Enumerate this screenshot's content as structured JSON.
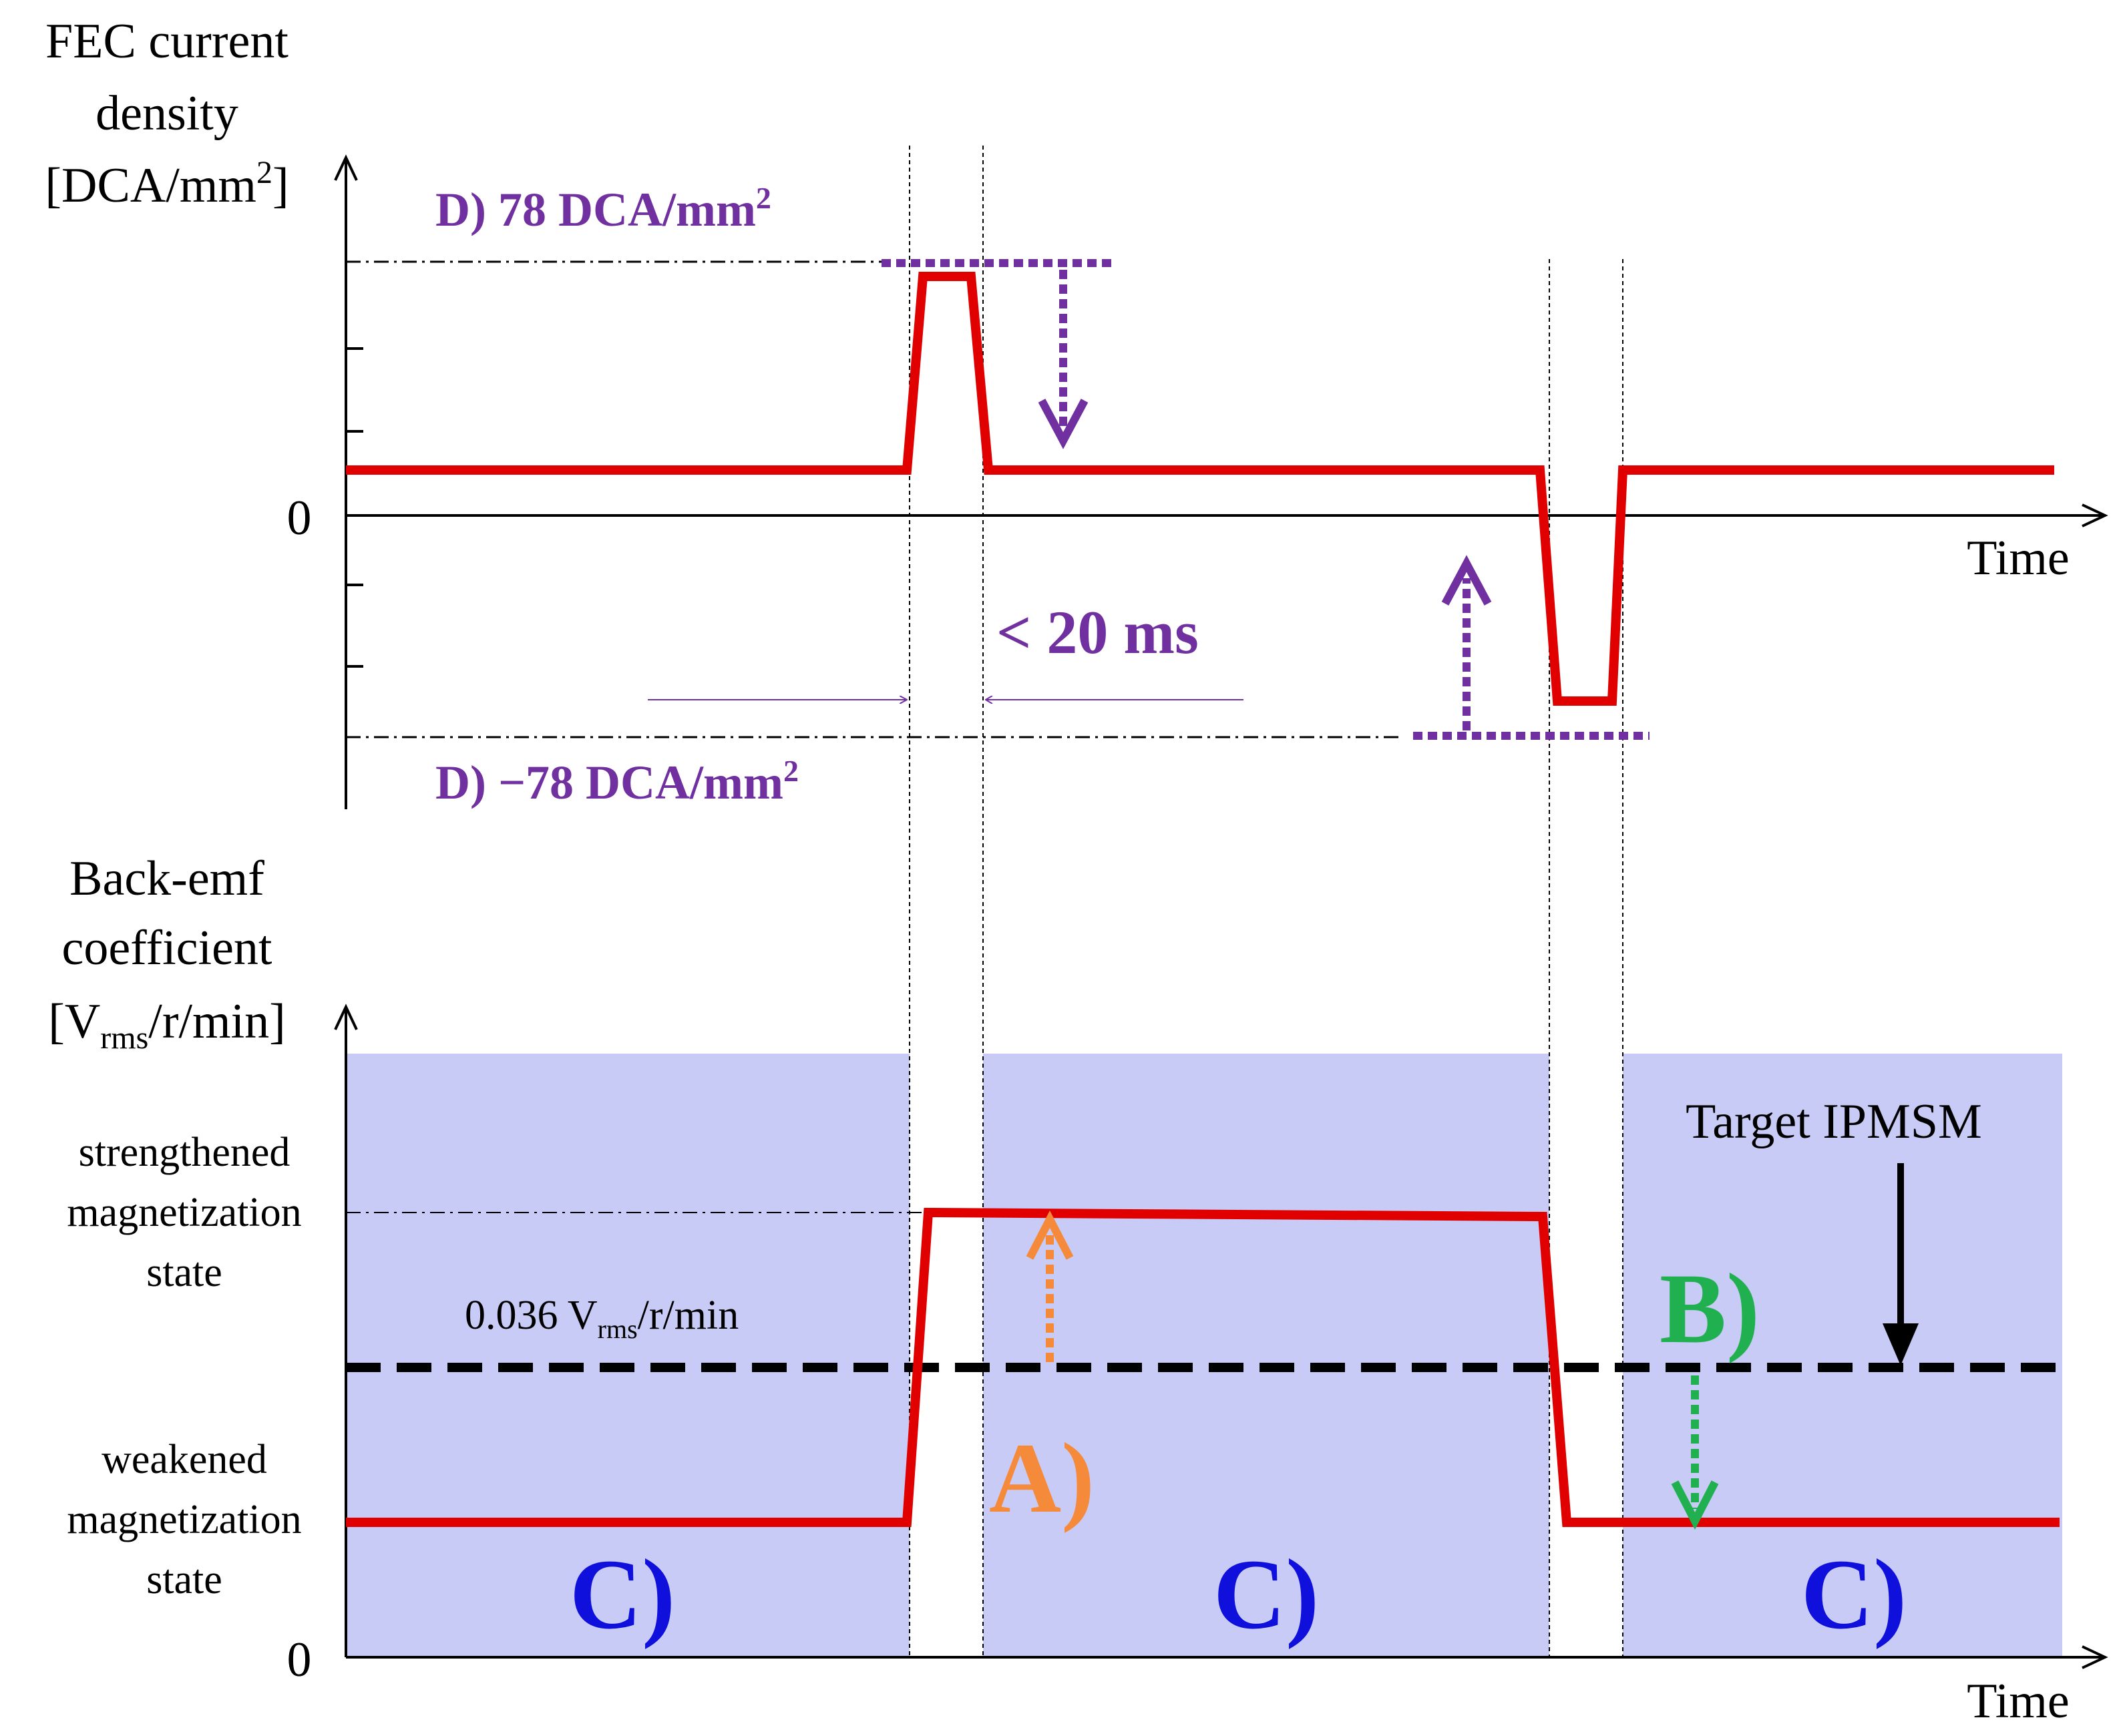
{
  "colors": {
    "current": "#e00000",
    "purple": "#7030a0",
    "orange": "#f58a3a",
    "green": "#20b050",
    "blue": "#1010dd",
    "shade": "#c8cbf6",
    "axis": "#000000"
  },
  "top_panel": {
    "y_label_lines": [
      "FEC current",
      "density"
    ],
    "y_label_unit_prefix": "[DCA/mm",
    "y_label_unit_sup": "2",
    "y_label_unit_suffix": "]",
    "zero_label": "0",
    "x_label": "Time",
    "label_pos_prefix": "D) 78 DCA/mm",
    "label_pos_sup": "2",
    "label_neg_prefix": "D) −78 DCA/mm",
    "label_neg_sup": "2",
    "pulse_width_label": "< 20 ms"
  },
  "bottom_panel": {
    "y_label_lines": [
      "Back-emf",
      "coefficient"
    ],
    "y_label_unit_prefix": "[V",
    "y_label_unit_sub": "rms",
    "y_label_unit_suffix": "/r/min]",
    "zero_label": "0",
    "x_label": "Time",
    "strengthened_lines": [
      "strengthened",
      "magnetization",
      "state"
    ],
    "weakened_lines": [
      "weakened",
      "magnetization",
      "state"
    ],
    "threshold_prefix": "0.036 V",
    "threshold_sub": "rms",
    "threshold_suffix": "/r/min",
    "target_label": "Target IPMSM",
    "label_A": "A)",
    "label_B": "B)",
    "label_C": "C)"
  }
}
